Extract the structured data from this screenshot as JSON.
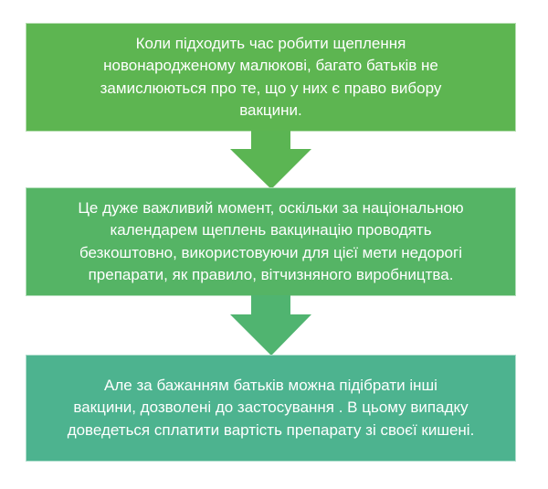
{
  "diagram": {
    "type": "vertical-flowchart",
    "steps": [
      {
        "id": 1,
        "lines": [
          "Коли підходить час робити щеплення",
          "новонародженому малюкові, багато батьків не",
          "замислюються про те, що у них є право вибору",
          "вакцини."
        ],
        "text": "Коли підходить час робити щеплення новонародженому малюкові, багато батьків не замислюються про те, що у них є право вибору вакцини.",
        "color": "#5DB551"
      },
      {
        "id": 2,
        "lines": [
          "Це дуже важливий момент, оскільки за національною",
          "календарем щеплень вакцинацію проводять",
          "безкоштовно, використовуючи для цієї мети недорогі",
          "препарати, як правило, вітчизняного виробництва."
        ],
        "text": "Це дуже важливий момент, оскільки за національною календарем щеплень вакцинацію проводять безкоштовно, використовуючи для цієї мети недорогі препарати, як правило, вітчизняного виробництва.",
        "color": "#55B465"
      },
      {
        "id": 3,
        "lines": [
          "Але за бажанням батьків можна підібрати інші",
          "вакцини, дозволені до застосування . В цьому випадку",
          "доведеться сплатити вартість препарату зі своєї кишені."
        ],
        "text": "Але за бажанням батьків можна підібрати інші вакцини, дозволені до застосування . В цьому випадку доведеться сплатити вартість препарату зі своєї кишені.",
        "color": "#4DB38F"
      }
    ],
    "arrows": [
      {
        "from": 1,
        "to": 2,
        "direction": "down",
        "icon": "arrow-down-icon",
        "color": "#5BB553"
      },
      {
        "from": 2,
        "to": 3,
        "direction": "down",
        "icon": "arrow-down-icon",
        "color": "#50B470"
      }
    ],
    "text_color": "#FFFFFF",
    "background": "#FFFFFF"
  }
}
